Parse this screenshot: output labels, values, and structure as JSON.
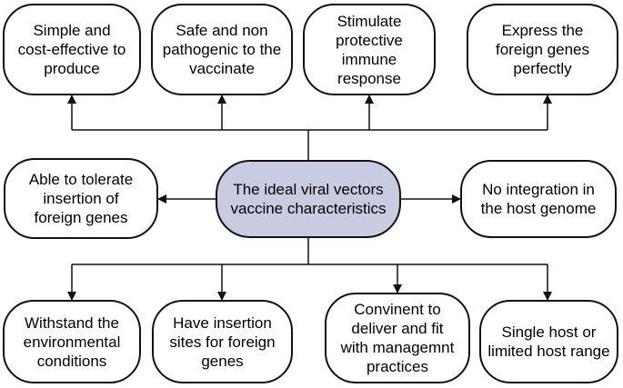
{
  "center": {
    "text": "The ideal viral vectors\nvaccine characteristics",
    "fill": "#c9cbe0"
  },
  "top": [
    {
      "text": "Simple and\ncost-effective to\nproduce"
    },
    {
      "text": "Safe and non\npathogenic to the\nvaccinate"
    },
    {
      "text": "Stimulate\nprotective immune\nresponse"
    },
    {
      "text": "Express the\nforeign genes\nperfectly"
    }
  ],
  "left": {
    "text": "Able to tolerate\ninsertion of\nforeign genes"
  },
  "right": {
    "text": "No integration in\nthe host genome"
  },
  "bottom": [
    {
      "text": "Withstand the\nenvironmental\nconditions"
    },
    {
      "text": "Have insertion\nsites for foreign\ngenes"
    },
    {
      "text": "Convinent to\ndeliver and fit\nwith managemnt\npractices"
    },
    {
      "text": "Single host or\nlimited host range"
    }
  ]
}
